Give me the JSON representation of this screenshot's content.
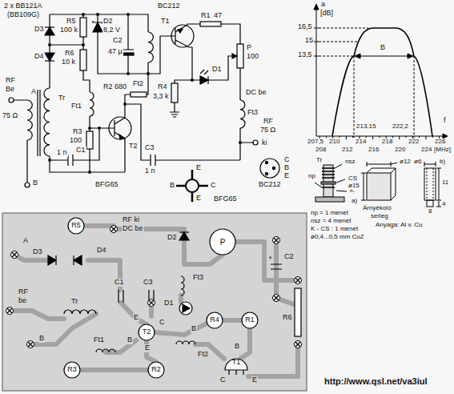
{
  "diagram": {
    "labels": [
      "2 x BB121A",
      "(BB109G)",
      "BC212",
      "D3",
      "R5",
      "100 k",
      "D2",
      "8,2 V",
      "T1",
      "R1",
      "47",
      "R6",
      "10 k",
      "C2",
      "47 µ",
      "Ft2",
      "P",
      "100",
      "D1",
      "D4",
      "RF",
      "Be",
      "75 Ω",
      "A",
      "Tr",
      "R2",
      "680",
      "R4",
      "3,3 k",
      "Ft3",
      "DC be",
      "RF",
      "75 Ω",
      "ki",
      "Ft1",
      "C1",
      "1 n",
      "C3",
      "1 n",
      "R3",
      "100",
      "T2",
      "B",
      "BFG65",
      "E",
      "B",
      "C",
      "E",
      "BFG65",
      "C",
      "B",
      "E",
      "BC212",
      "a",
      "[dB]",
      "16,5",
      "15",
      "13,5",
      "B",
      "213,15",
      "222,2",
      "f",
      "207,5",
      "210",
      "214",
      "218",
      "222",
      "226",
      "208",
      "212",
      "216",
      "220",
      "224",
      "[MHz]",
      "Tr",
      "nsz",
      "np",
      "CS",
      "K",
      "a)",
      "b)",
      "ø12",
      "ø15",
      "Árnyékoló",
      "serleg",
      "Anyaga: Al v. Cu",
      "ø6",
      "11",
      "8",
      "4",
      "np = 1 menet",
      "nsz = 4 menet",
      "K - CS : 1 menet",
      "ø0,4...0,5 mm CuZ",
      "R5",
      "RF ki",
      "DC be",
      "D2",
      "P",
      "A",
      "D3",
      "D4",
      "C2",
      "+",
      "RF",
      "be",
      "Tr",
      "B",
      "C1",
      "C3",
      "Ft3",
      "D1",
      "R4",
      "R1",
      "R6",
      "E",
      "C",
      "T2",
      "B",
      "E",
      "B",
      "Ft2",
      "B",
      "T1",
      "C",
      "E",
      "R3",
      "Ft1",
      "R2",
      "http://www.qsl.net/va3iul"
    ]
  }
}
